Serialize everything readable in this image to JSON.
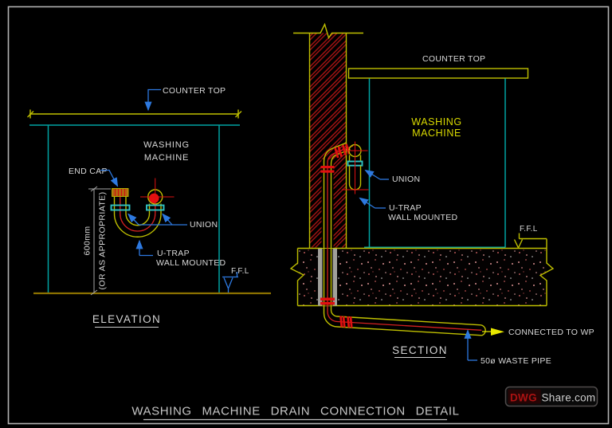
{
  "title_block": {
    "title": "WASHING MACHINE DRAIN CONNECTION DETAIL"
  },
  "watermark": {
    "prefix": "DWG",
    "suffix": "Share.com"
  },
  "elevation": {
    "caption": "ELEVATION",
    "counter_top": "COUNTER TOP",
    "washing_line1": "WASHING",
    "washing_line2": "MACHINE",
    "end_cap": "END CAP",
    "dim_value": "600mm",
    "dim_note": "(OR AS APPROPRIATE)",
    "union": "UNION",
    "u_trap_line1": "U-TRAP",
    "u_trap_line2": "WALL MOUNTED",
    "ffl": "F.F.L"
  },
  "section": {
    "caption": "SECTION",
    "counter_top": "COUNTER TOP",
    "washing_line1": "WASHING",
    "washing_line2": "MACHINE",
    "union": "UNION",
    "u_trap_line1": "U-TRAP",
    "u_trap_line2": "WALL MOUNTED",
    "ffl": "F.F.L",
    "connected": "CONNECTED TO WP",
    "waste_pipe": "50ø WASTE PIPE"
  },
  "colors": {
    "background": "#000000",
    "border": "#b3b3b3",
    "cad_yellow": "#bfbf00",
    "cad_cyan": "#00a3a3",
    "cad_red": "#d42020",
    "leader_blue": "#2d79e0",
    "floor_olive": "#8b7100",
    "text_white": "#d9d9d9",
    "text_yellow": "#d9d900",
    "watermark_red": "#ab1212"
  }
}
